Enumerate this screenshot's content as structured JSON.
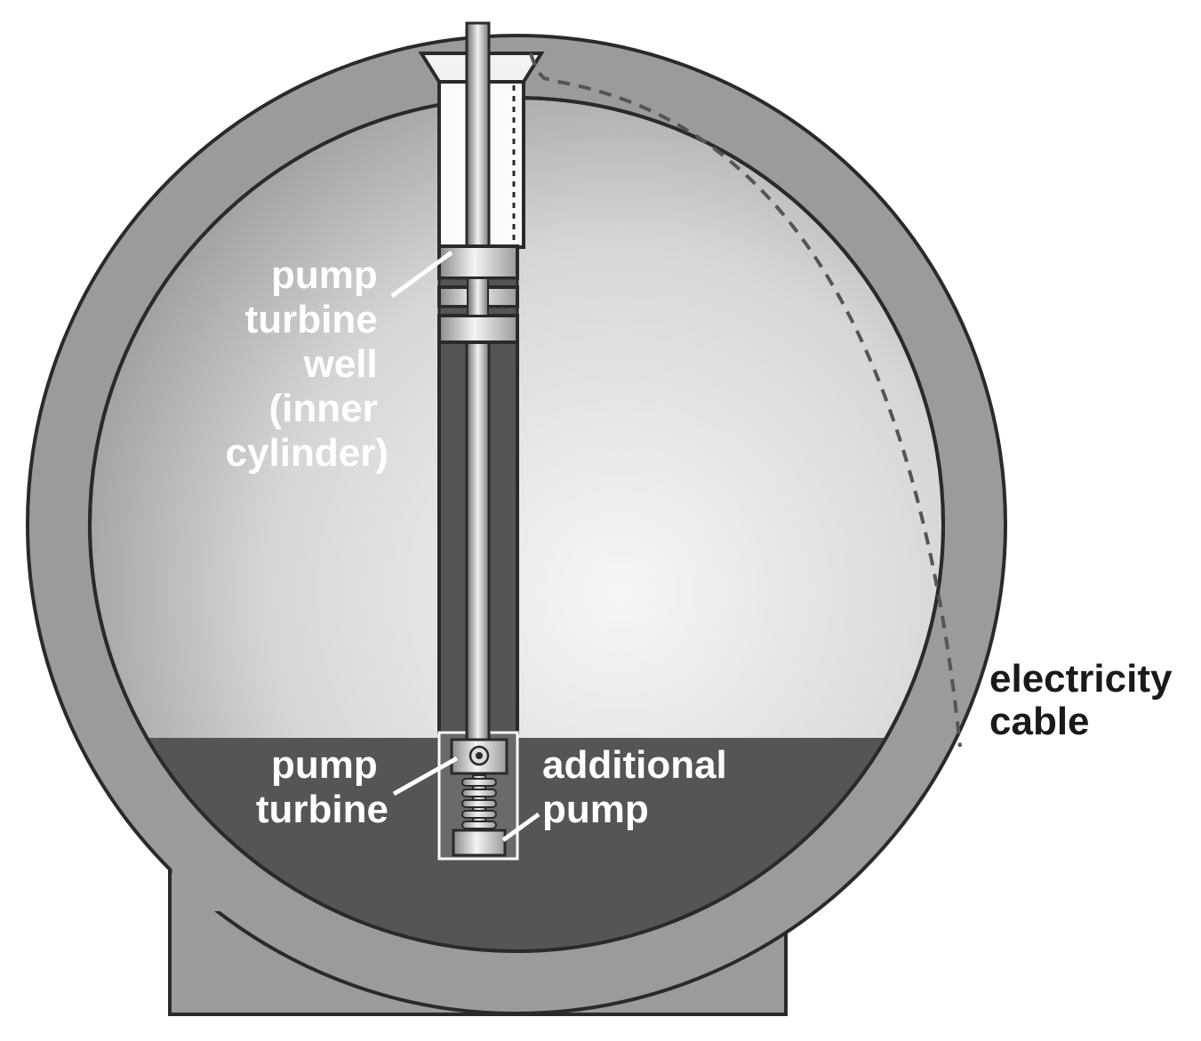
{
  "labels": {
    "well": {
      "lines": [
        "pump",
        "turbine",
        "well",
        "(inner",
        "cylinder)"
      ]
    },
    "turbine": {
      "lines": [
        "pump",
        "turbine"
      ]
    },
    "additional_pump": {
      "lines": [
        "additional",
        "pump"
      ]
    },
    "cable": {
      "lines": [
        "electricity",
        "cable"
      ]
    }
  },
  "colors": {
    "shell": "#9b9b9b",
    "outline": "#2a2a2a",
    "water": "#555555",
    "interior_light": "#f4f4f4",
    "interior_dark": "#888888",
    "cylinder_light": "#f0f0f0",
    "cylinder_dark": "#777777",
    "cable": "#555555"
  }
}
